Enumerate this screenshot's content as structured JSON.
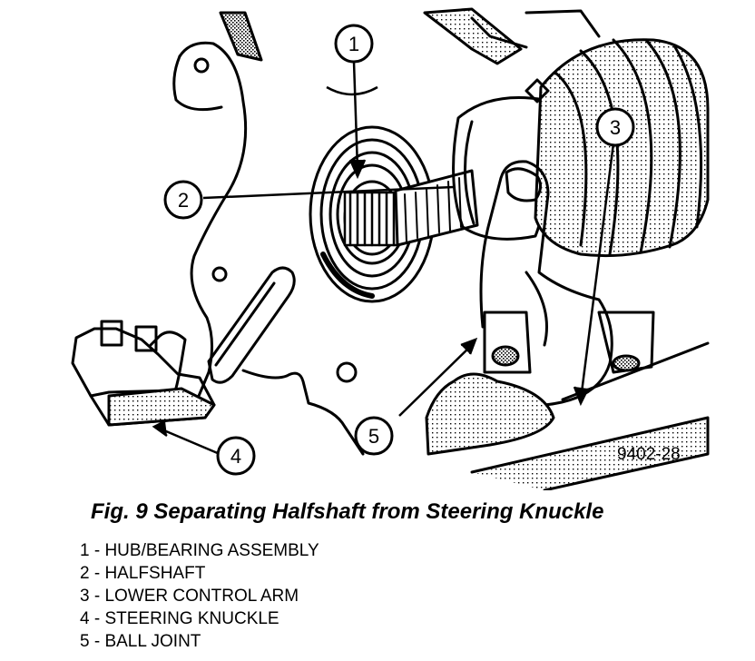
{
  "figure": {
    "id": "9402-28",
    "caption": "Fig. 9 Separating Halfshaft from Steering Knuckle"
  },
  "callouts": [
    "1",
    "2",
    "3",
    "4",
    "5"
  ],
  "legend": [
    "1 - HUB/BEARING ASSEMBLY",
    "2 - HALFSHAFT",
    "3 - LOWER CONTROL ARM",
    "4 - STEERING KNUCKLE",
    "5 - BALL JOINT"
  ]
}
